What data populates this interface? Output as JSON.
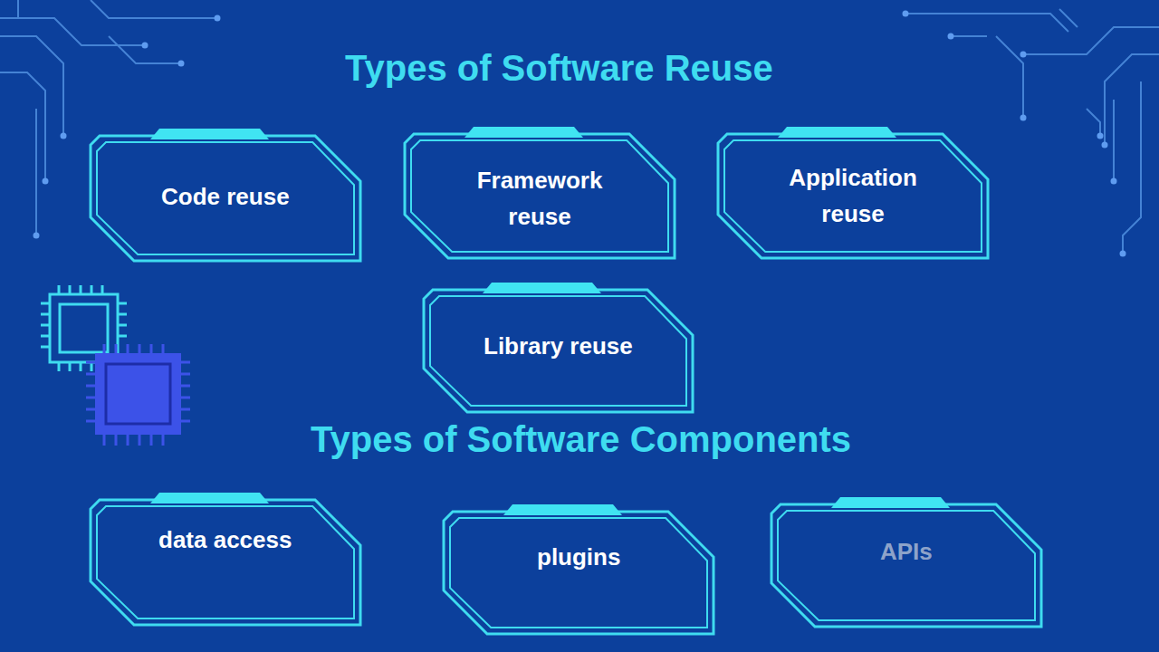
{
  "diagram": {
    "title": "Types of Software Reuse",
    "nodes": [
      {
        "text": [
          "Code reuse"
        ]
      },
      {
        "text": [
          "Framework reuse"
        ]
      },
      {
        "text": [
          "Application reuse"
        ]
      },
      {
        "text": [
          "Library reuse"
        ]
      },
      {
        "text": [
          "data access"
        ]
      },
      {
        "text": [
          "plugins"
        ]
      },
      {
        "text": [
          "APIs"
        ]
      }
    ],
    "edges": [],
    "labels": [
      "Types of Software Components"
    ]
  }
}
